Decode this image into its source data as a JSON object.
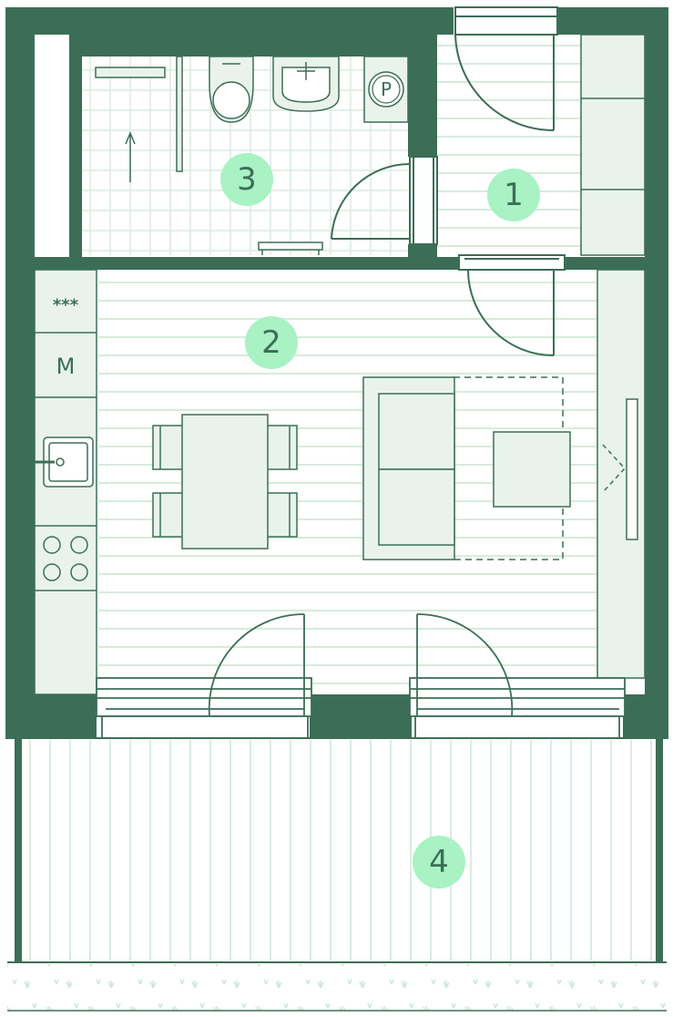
{
  "colors": {
    "wall": "#3c6e57",
    "line": "#3c6e57",
    "fill_light": "#e9f3ec",
    "floor_lines": "#d7ebdd",
    "badge": "#a8f2c4",
    "grass": "#cfe6d6"
  },
  "rooms": [
    {
      "id": "room-1",
      "number": "1"
    },
    {
      "id": "room-2",
      "number": "2"
    },
    {
      "id": "room-3",
      "number": "3"
    },
    {
      "id": "room-4",
      "number": "4"
    }
  ],
  "fixtures": {
    "kitchen_cabinet_1": "***",
    "kitchen_cabinet_2": "M",
    "parking_sign": "P"
  },
  "icons": [
    "shower-arrow-icon",
    "toilet-icon",
    "sink-icon",
    "parking-icon",
    "stove-icon",
    "grass-icon"
  ]
}
